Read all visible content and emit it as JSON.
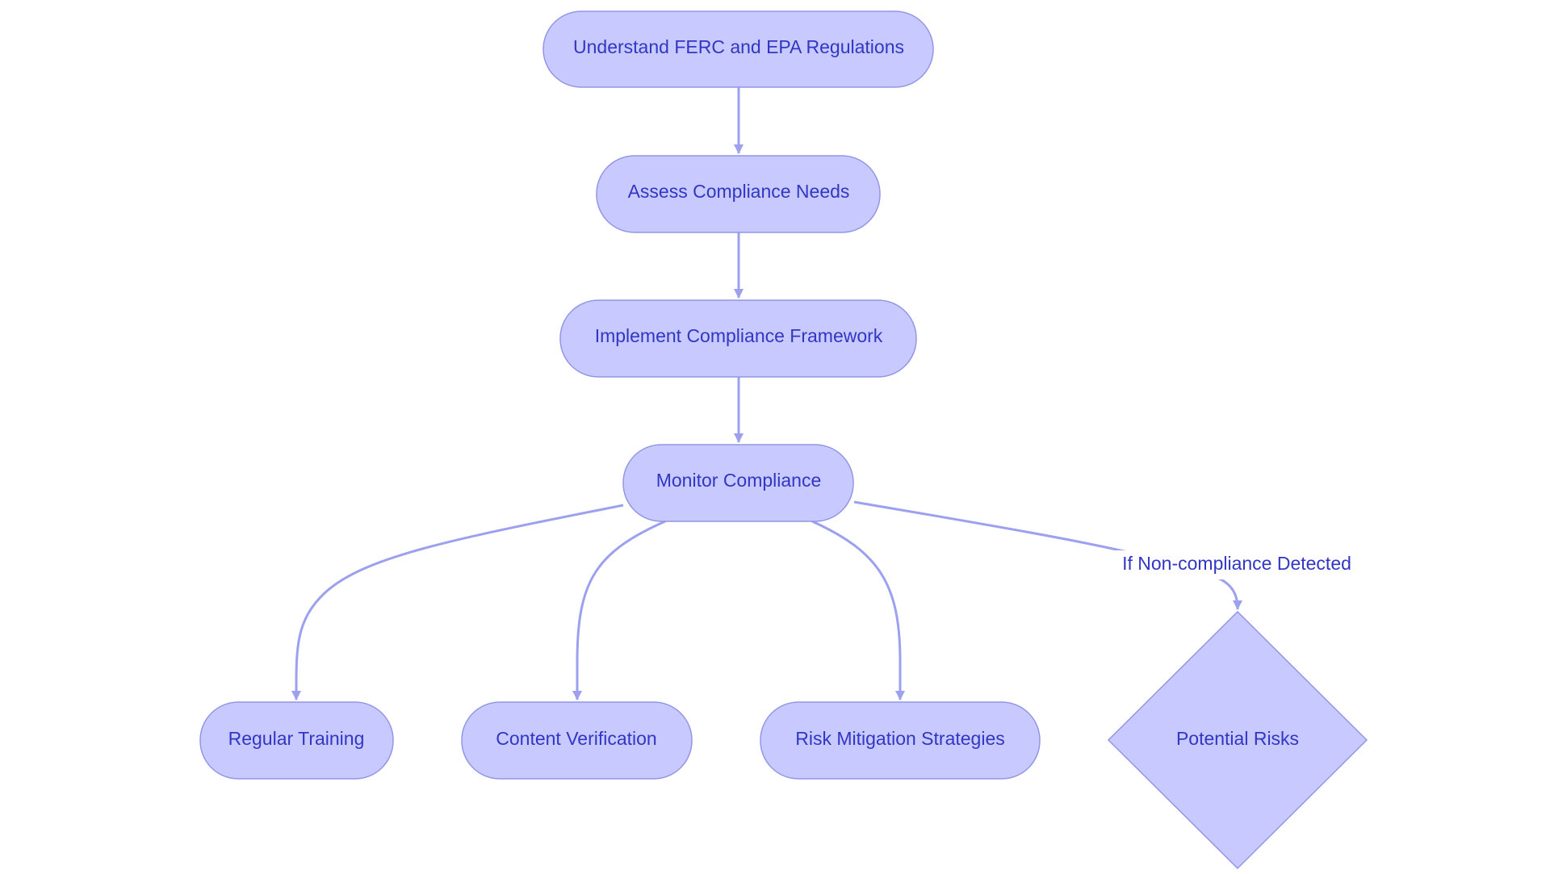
{
  "diagram": {
    "colors": {
      "node_fill": "#c8caff",
      "node_stroke": "#9396e6",
      "edge": "#9ca0ee",
      "text": "#3136c4",
      "background": "#ffffff"
    },
    "nodes": [
      {
        "id": "understand",
        "label": "Understand FERC and EPA Regulations",
        "shape": "pill"
      },
      {
        "id": "assess",
        "label": "Assess Compliance Needs",
        "shape": "pill"
      },
      {
        "id": "implement",
        "label": "Implement Compliance Framework",
        "shape": "pill"
      },
      {
        "id": "monitor",
        "label": "Monitor Compliance",
        "shape": "pill"
      },
      {
        "id": "training",
        "label": "Regular Training",
        "shape": "pill"
      },
      {
        "id": "verification",
        "label": "Content Verification",
        "shape": "pill"
      },
      {
        "id": "mitigation",
        "label": "Risk Mitigation Strategies",
        "shape": "pill"
      },
      {
        "id": "risks",
        "label": "Potential Risks",
        "shape": "diamond"
      }
    ],
    "edges": [
      {
        "from": "understand",
        "to": "assess",
        "label": ""
      },
      {
        "from": "assess",
        "to": "implement",
        "label": ""
      },
      {
        "from": "implement",
        "to": "monitor",
        "label": ""
      },
      {
        "from": "monitor",
        "to": "training",
        "label": ""
      },
      {
        "from": "monitor",
        "to": "verification",
        "label": ""
      },
      {
        "from": "monitor",
        "to": "mitigation",
        "label": ""
      },
      {
        "from": "monitor",
        "to": "risks",
        "label": "If Non-compliance Detected"
      }
    ]
  }
}
